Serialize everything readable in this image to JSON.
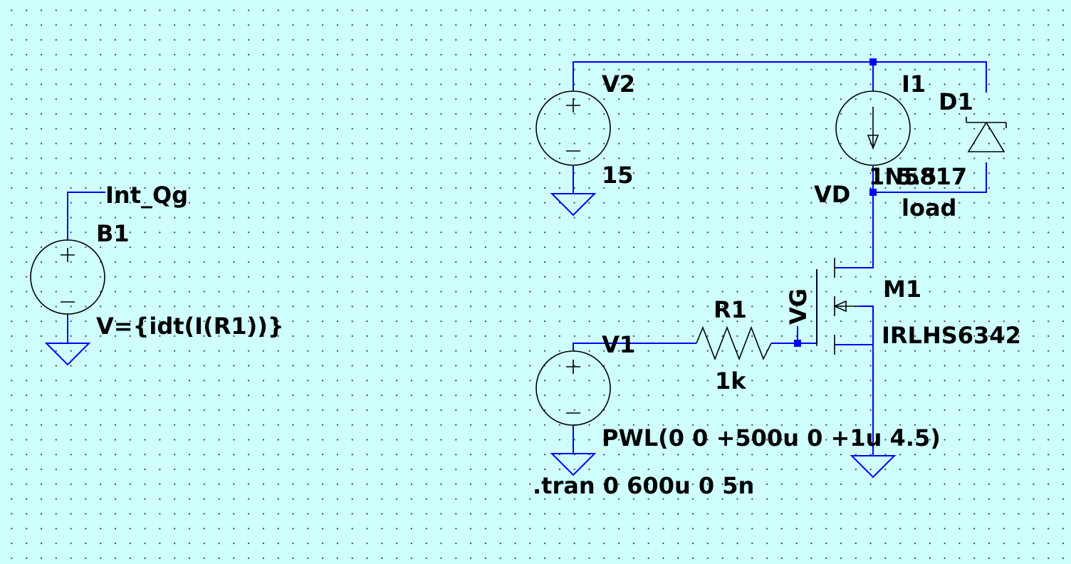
{
  "schematic": {
    "components": {
      "v2": {
        "name": "V2",
        "value": "15"
      },
      "i1": {
        "name": "I1",
        "value": "5.5",
        "extra": "load"
      },
      "d1": {
        "name": "D1",
        "value": "1N5817"
      },
      "m1": {
        "name": "M1",
        "value": "IRLHS6342"
      },
      "r1": {
        "name": "R1",
        "value": "1k"
      },
      "v1": {
        "name": "V1",
        "value": "PWL(0 0 +500u 0 +1u 4.5)"
      },
      "b1": {
        "name": "B1",
        "value": "V={idt(I(R1))}"
      }
    },
    "nets": {
      "vd": "VD",
      "vg": "VG",
      "int_qg": "Int_Qg"
    },
    "directive": ".tran 0 600u 0 5n"
  },
  "colors": {
    "background": "#cfffff",
    "wire": "#0000ff",
    "component": "#000000"
  }
}
